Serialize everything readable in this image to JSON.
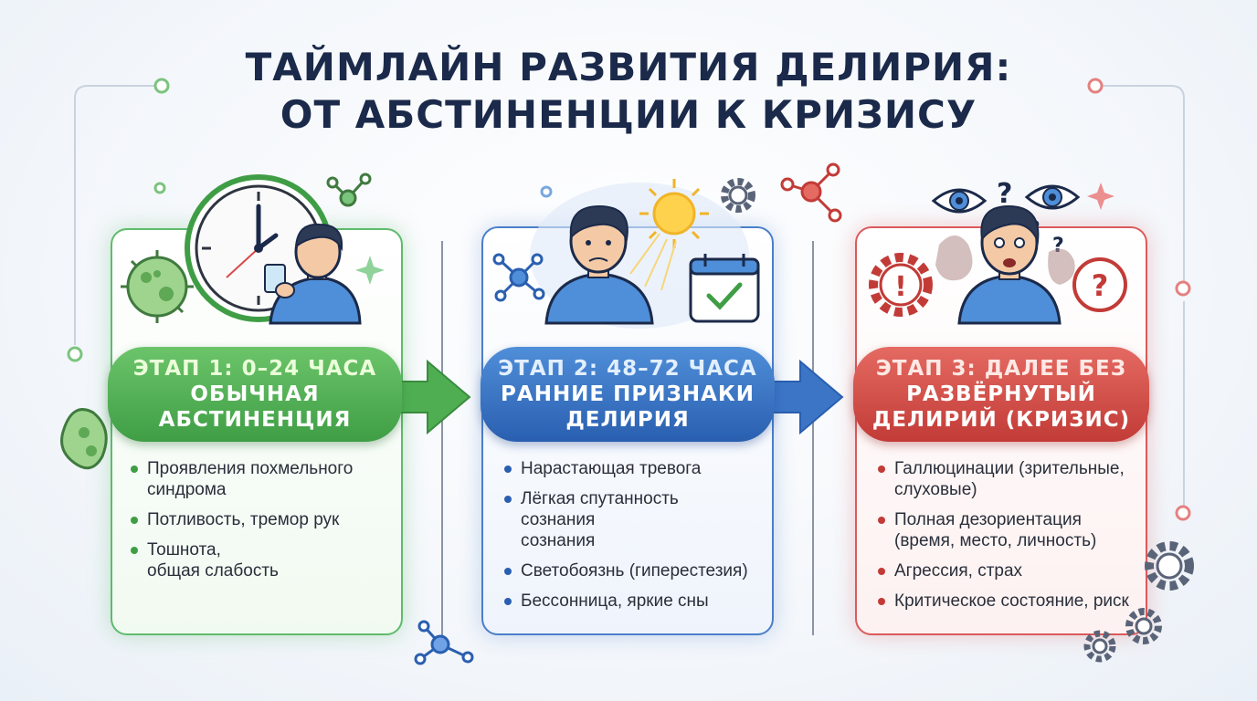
{
  "title": {
    "line1": "ТАЙМЛАЙН РАЗВИТИЯ ДЕЛИРИЯ:",
    "line2": "ОТ АБСТИНЕНЦИИ К КРИЗИСУ"
  },
  "stages": [
    {
      "header": "ЭТАП 1: 0–24 ЧАСА",
      "name_line1": "ОБЫЧНАЯ",
      "name_line2": "АБСТИНЕНЦИЯ",
      "color": "#3f9e45",
      "items": [
        {
          "l1": "Проявления похмельного",
          "l2": "синдрома"
        },
        {
          "l1": "Потливость, тремор рук",
          "l2": ""
        },
        {
          "l1": "Тошнота,",
          "l2": "общая слабость"
        }
      ]
    },
    {
      "header": "ЭТАП 2: 48–72 ЧАСА",
      "name_line1": "РАННИЕ ПРИЗНАКИ",
      "name_line2": "ДЕЛИРИЯ",
      "color": "#2a5fb0",
      "items": [
        {
          "l1": "Нарастающая тревога",
          "l2": ""
        },
        {
          "l1": "Лёгкая спутанность",
          "l2": "сознания",
          "l3": "сознания"
        },
        {
          "l1": "Светобоязнь (гиперестезия)",
          "l2": ""
        },
        {
          "l1": "Бессонница, яркие сны",
          "l2": ""
        }
      ]
    },
    {
      "header": "ЭТАП 3: ДАЛЕЕ БЕЗ",
      "name_line1": "РАЗВЁРНУТЫЙ",
      "name_line2": "ДЕЛИРИЙ (КРИЗИС)",
      "color": "#c23b37",
      "items": [
        {
          "l1": "Галлюцинации (зрительные,",
          "l2": "слуховые)"
        },
        {
          "l1": "Полная дезориентация",
          "l2": "(время, место, личность)"
        },
        {
          "l1": "Агрессия, страх",
          "l2": ""
        },
        {
          "l1": "Критическое состояние, риск",
          "l2": ""
        }
      ]
    }
  ],
  "icons": {
    "stage1": [
      "clock-icon",
      "person-drinking-water-icon",
      "bacteria-icon",
      "molecule-icon",
      "sparkle-icon"
    ],
    "stage2": [
      "person-worried-icon",
      "sun-icon",
      "calendar-check-icon",
      "gear-icon",
      "molecule-icon"
    ],
    "stage3": [
      "eye-icon",
      "question-mark-icon",
      "person-distressed-icon",
      "warning-gear-icon",
      "question-circle-icon",
      "gear-icon"
    ]
  }
}
